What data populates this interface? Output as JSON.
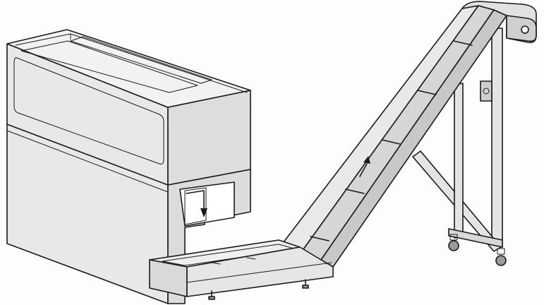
{
  "figure": {
    "subject": "",
    "components": {
      "machine": "machine-enclosure",
      "discharge": "chip-discharge-chute",
      "conveyor": "hinged-belt-chip-conveyor",
      "hopper": "conveyor-collection-tray",
      "support": "support-frame",
      "motor": "drive-motor-box",
      "wheels": "caster-wheels"
    },
    "arrows": [
      "downward-flow-arrow-icon",
      "upward-flow-arrow-icon"
    ],
    "colors": {
      "line": "#1a1a1a",
      "panel": "#e6e6e6",
      "panel_dark": "#c9c9c9",
      "panel_light": "#f3f3f3",
      "belt": "#bdbdbd",
      "background": "#fdfdfd"
    }
  }
}
